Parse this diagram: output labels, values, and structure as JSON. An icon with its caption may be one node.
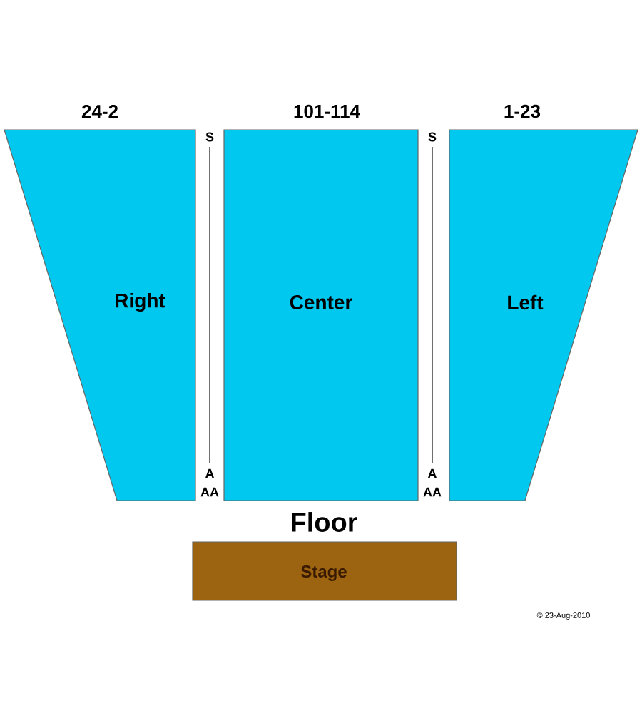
{
  "diagram": {
    "nodes": [
      {
        "text": [
          "Right"
        ],
        "beside": [
          "24-2"
        ]
      },
      {
        "text": [
          "Center"
        ],
        "beside": [
          "101-114"
        ]
      },
      {
        "text": [
          "Left"
        ],
        "beside": [
          "1-23"
        ]
      },
      {
        "text": [
          "Stage"
        ]
      }
    ],
    "labels": [
      "S",
      "A",
      "AA",
      "S",
      "A",
      "AA",
      "Floor",
      "© 23-Aug-2010"
    ]
  }
}
